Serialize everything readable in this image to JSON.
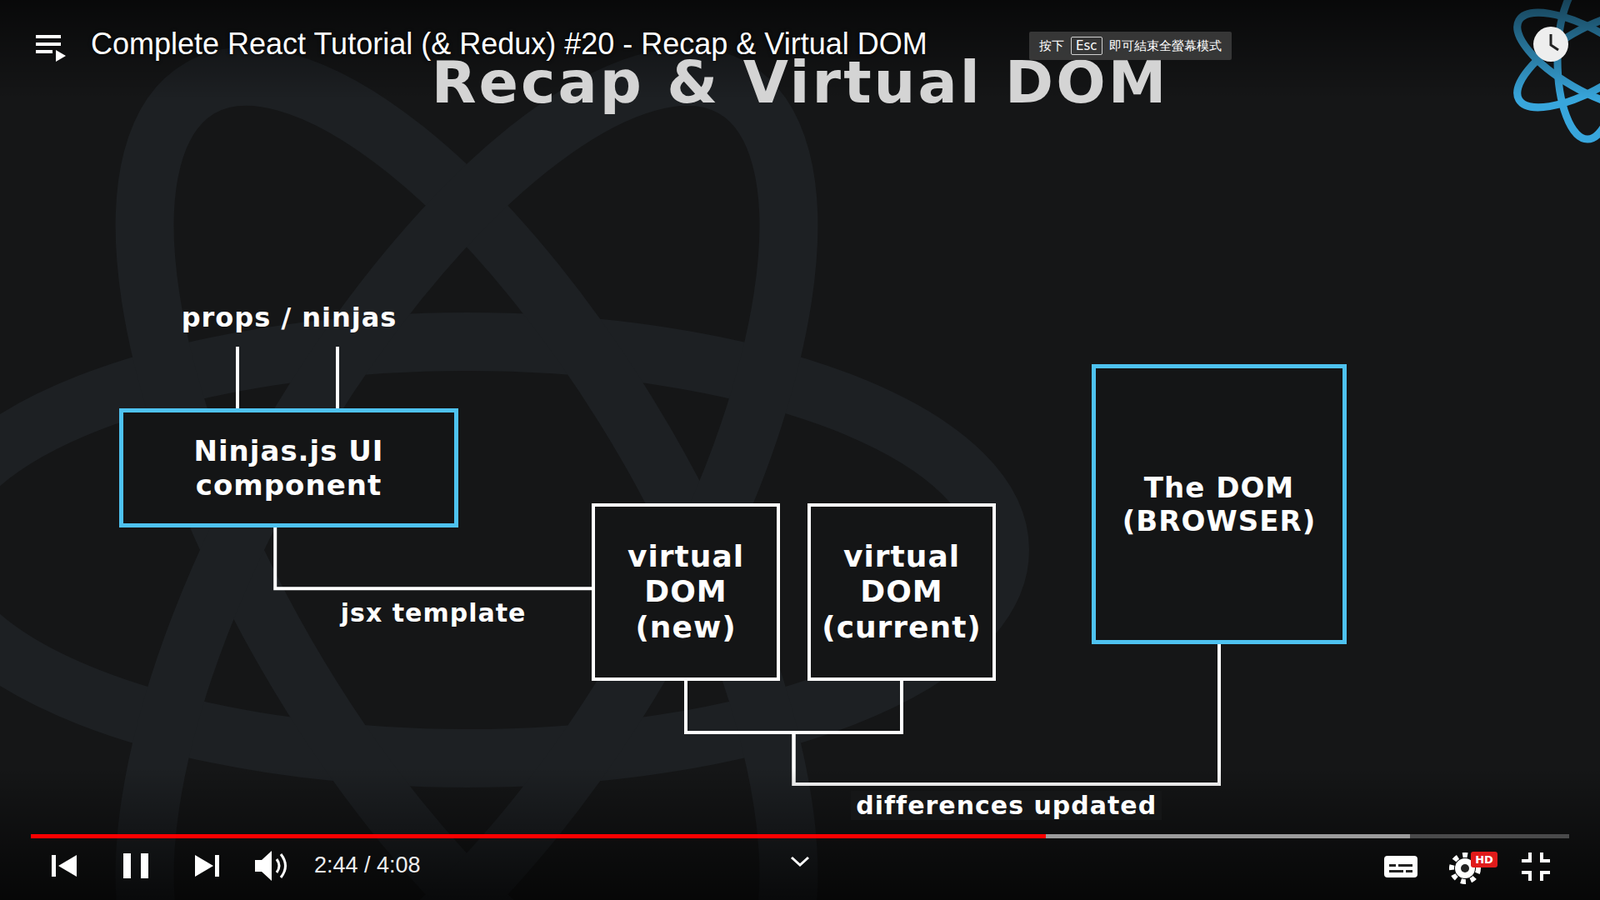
{
  "diagram": {
    "title": "Recap & Virtual DOM",
    "nodes": [
      {
        "text": [
          "Ninjas.js UI component"
        ]
      },
      {
        "text": [
          "virtual DOM (new)"
        ]
      },
      {
        "text": [
          "virtual DOM (current)"
        ]
      },
      {
        "text": [
          "The DOM (BROWSER)"
        ]
      }
    ],
    "edges": [
      {
        "from": 0,
        "to": 1,
        "arrow": "none",
        "label": "jsx template"
      },
      {
        "from": 1,
        "to": 3,
        "arrow": "none",
        "label": "differences updated"
      },
      {
        "from": 2,
        "to": 3,
        "arrow": "none"
      }
    ],
    "labels": [
      "props / ninjas",
      "Complete React Tutorial (& Redux) #20 - Recap & Virtual DOM",
      "按下",
      "Esc",
      "即可結束全螢幕模式",
      "2:44 / 4:08",
      "HD"
    ]
  }
}
